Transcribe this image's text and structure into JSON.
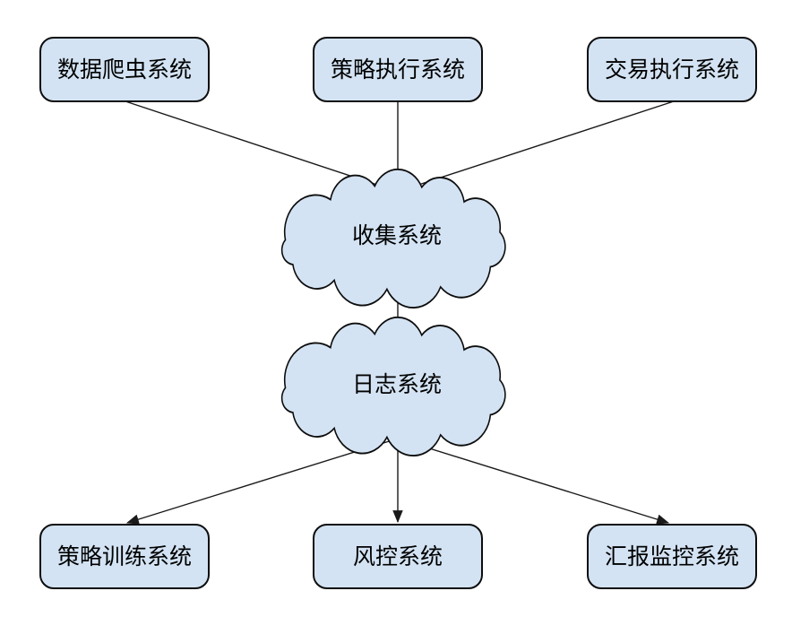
{
  "page": {
    "background": "#ffffff"
  },
  "diagram": {
    "colors": {
      "node_fill": "#d3e3f3",
      "node_border": "#0d0d0d",
      "edge": "#1a1a1a",
      "text": "#000000"
    },
    "nodes": {
      "data_crawler": {
        "label": "数据爬虫系统",
        "shape": "rounded-rect",
        "row": "top"
      },
      "strategy_exec": {
        "label": "策略执行系统",
        "shape": "rounded-rect",
        "row": "top"
      },
      "trade_exec": {
        "label": "交易执行系统",
        "shape": "rounded-rect",
        "row": "top"
      },
      "collector": {
        "label": "收集系统",
        "shape": "cloud",
        "row": "middle"
      },
      "logger": {
        "label": "日志系统",
        "shape": "cloud",
        "row": "middle"
      },
      "strategy_train": {
        "label": "策略训练系统",
        "shape": "rounded-rect",
        "row": "bottom"
      },
      "risk_control": {
        "label": "风控系统",
        "shape": "rounded-rect",
        "row": "bottom"
      },
      "report_monitor": {
        "label": "汇报监控系统",
        "shape": "rounded-rect",
        "row": "bottom"
      }
    },
    "edges": [
      {
        "from": "数据爬虫系统",
        "to": "收集系统",
        "arrow": "end"
      },
      {
        "from": "策略执行系统",
        "to": "收集系统",
        "arrow": "end"
      },
      {
        "from": "交易执行系统",
        "to": "收集系统",
        "arrow": "end"
      },
      {
        "from": "收集系统",
        "to": "日志系统",
        "arrow": "end"
      },
      {
        "from": "日志系统",
        "to": "策略训练系统",
        "arrow": "end"
      },
      {
        "from": "日志系统",
        "to": "风控系统",
        "arrow": "end"
      },
      {
        "from": "日志系统",
        "to": "汇报监控系统",
        "arrow": "end"
      }
    ]
  }
}
